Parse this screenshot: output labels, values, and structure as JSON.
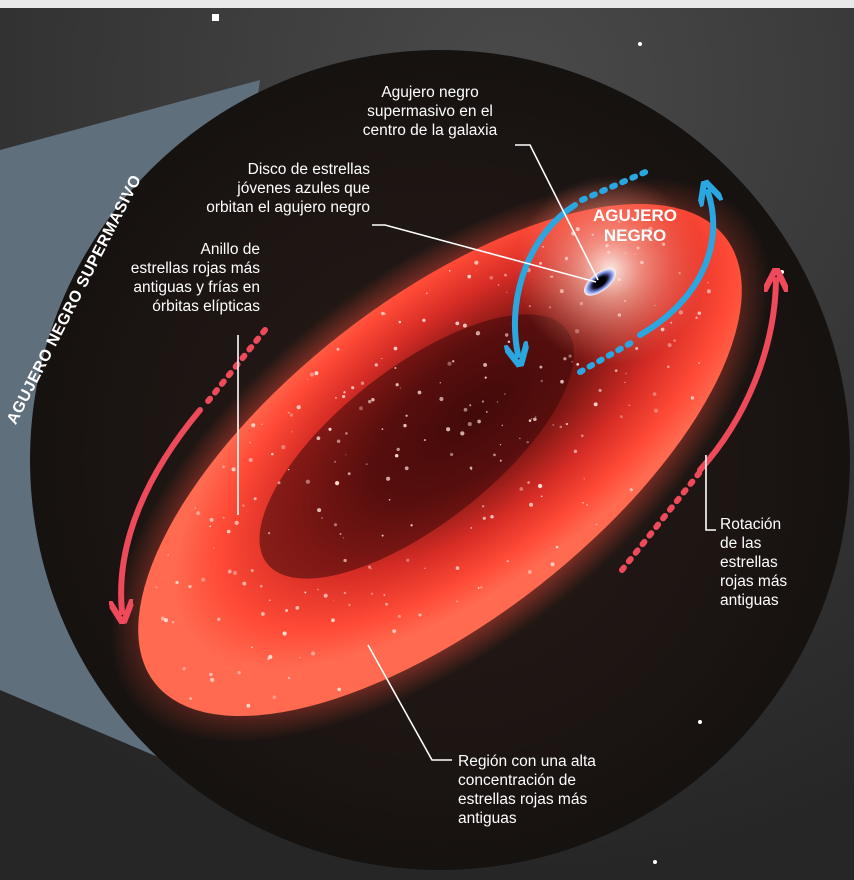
{
  "side_title": "AGUJERO NEGRO SUPERMASIVO",
  "inner_label": [
    "AGUJERO",
    "NEGRO"
  ],
  "labels": {
    "black_hole": [
      "Agujero negro",
      "supermasivo en el",
      "centro de la galaxia"
    ],
    "young_disc": [
      "Disco de estrellas",
      "jóvenes azules que",
      "orbitan el agujero negro"
    ],
    "red_ring": [
      "Anillo de",
      "estrellas rojas más",
      "antiguas y frías en",
      "órbitas elípticas"
    ],
    "rotation": [
      "Rotación",
      "de las",
      "estrellas",
      "rojas más",
      "antiguas"
    ],
    "dense_region": [
      "Región con una alta",
      "concentración de",
      "estrellas rojas más",
      "antiguas"
    ]
  },
  "colors": {
    "background": "#2e2e2e",
    "zoom_cone": "#5f6f7c",
    "circle": "#1b1614",
    "galaxy_red": "#ff3c32",
    "galaxy_core": "#5a0d0c",
    "blue_arrow": "#2aa6e0",
    "red_arrow": "#ee4a5c",
    "leader_line": "#ffffff"
  },
  "icons": [
    "black-hole-icon",
    "blue-curved-arrow-icon",
    "red-curved-arrow-icon"
  ]
}
